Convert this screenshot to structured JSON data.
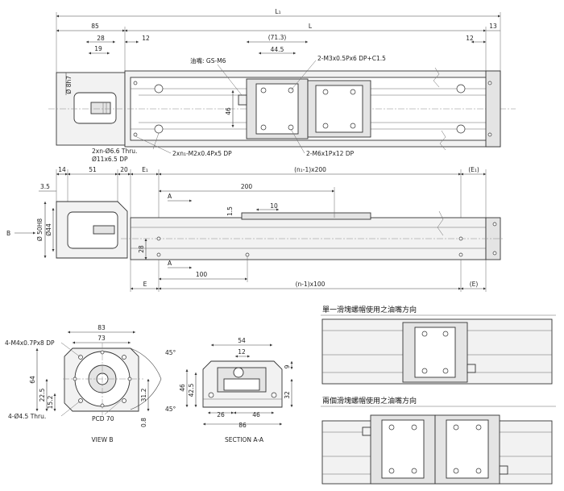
{
  "top_view": {
    "dim_L1": "L₁",
    "dim_L": "L",
    "dim_85": "85",
    "dim_13": "13",
    "dim_28": "28",
    "dim_19": "19",
    "dim_12_left": "12",
    "dim_71_3": "(71.3)",
    "dim_44_5": "44.5",
    "dim_12_right": "12",
    "dim_46": "46",
    "dim_shaft": "Ø 8h7",
    "label_grease": "油嘴: GS-M6",
    "label_m3": "2-M3x0.5Px6 DP+C1.5",
    "label_thru": "2xn-Ø6.6 Thru.",
    "label_cbore": "Ø11x6.5 DP",
    "label_m2": "2xn₁-M2x0.4Px5 DP",
    "label_m6": "2-M6x1Px12 DP"
  },
  "side_view": {
    "dim_14": "14",
    "dim_51": "51",
    "dim_20": "20",
    "dim_E1_left": "E₁",
    "dim_n1_200": "(n₁-1)x200",
    "dim_E1_right": "(E₁)",
    "dim_3_5": "3.5",
    "dim_200": "200",
    "dim_10": "10",
    "dim_1_5": "1.5",
    "label_A_top": "A",
    "label_A_bottom": "A",
    "label_B": "B",
    "dim_50h8": "Ø 50H8",
    "dim_44": "Ø44",
    "dim_28": "28",
    "dim_100": "100",
    "dim_E": "E",
    "dim_n_100": "(n-1)x100",
    "dim_E_right": "(E)"
  },
  "view_b": {
    "title": "VIEW B",
    "dim_83": "83",
    "dim_73": "73",
    "dim_64": "64",
    "dim_22_5": "22.5",
    "dim_15_2": "15.2",
    "dim_31_2": "31.2",
    "dim_0_8": "0.8",
    "label_m4": "4-M4x0.7Px8 DP",
    "label_thru": "4-Ø4.5 Thru.",
    "label_pcd": "PCD 70",
    "angle_top": "45°",
    "angle_bottom": "45°"
  },
  "section_aa": {
    "title": "SECTION A-A",
    "dim_54": "54",
    "dim_12": "12",
    "dim_9": "9",
    "dim_46": "46",
    "dim_42_5": "42.5",
    "dim_32": "32",
    "dim_26": "26",
    "dim_46_bottom": "46",
    "dim_86": "86"
  },
  "grease_single": {
    "title": "單一滑塊螺帽使用之油嘴方向"
  },
  "grease_double": {
    "title": "兩個滑塊螺帽使用之油嘴方向"
  }
}
